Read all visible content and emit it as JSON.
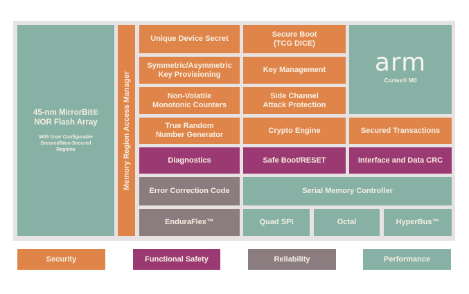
{
  "diagram": {
    "flash_array": {
      "title": "45-nm MirrorBit® NOR Flash Array",
      "title_line1": "45-nm MirrorBit®",
      "title_line2": "NOR Flash Array",
      "subtitle_line1": "With User Configurable",
      "subtitle_line2": "Secured/Non-Secured",
      "subtitle_line3": "Regions"
    },
    "memory_manager": "Memory Region Access Manager",
    "blocks": {
      "unique_device_secret": "Unique Device Secret",
      "secure_boot_1": "Secure Boot",
      "secure_boot_2": "(TCG DICE)",
      "key_provisioning_1": "Symmetric/Asymmetric",
      "key_provisioning_2": "Key Provisioning",
      "key_management": "Key Management",
      "counters_1": "Non-Volatile",
      "counters_2": "Monotonic Counters",
      "side_channel_1": "Side Channel",
      "side_channel_2": "Attack Protection",
      "trng_1": "True Random",
      "trng_2": "Number Generator",
      "crypto_engine": "Crypto Engine",
      "secured_transactions": "Secured Transactions",
      "diagnostics": "Diagnostics",
      "safe_boot": "Safe Boot/RESET",
      "interface_crc": "Interface and Data CRC",
      "ecc": "Error Correction Code",
      "serial_memory_controller": "Serial Memory Controller",
      "enduraflex": "EnduraFlex™",
      "quad_spi": "Quad SPI",
      "octal": "Octal",
      "hyperbus": "HyperBus™"
    },
    "arm": {
      "logo": "arm",
      "core": "Cortex® M0"
    }
  },
  "legend": [
    {
      "label": "Security",
      "color": "#e0854a"
    },
    {
      "label": "Functional Safety",
      "color": "#9b3a72"
    },
    {
      "label": "Reliability",
      "color": "#8b7d7f"
    },
    {
      "label": "Performance",
      "color": "#86b1a4"
    }
  ]
}
